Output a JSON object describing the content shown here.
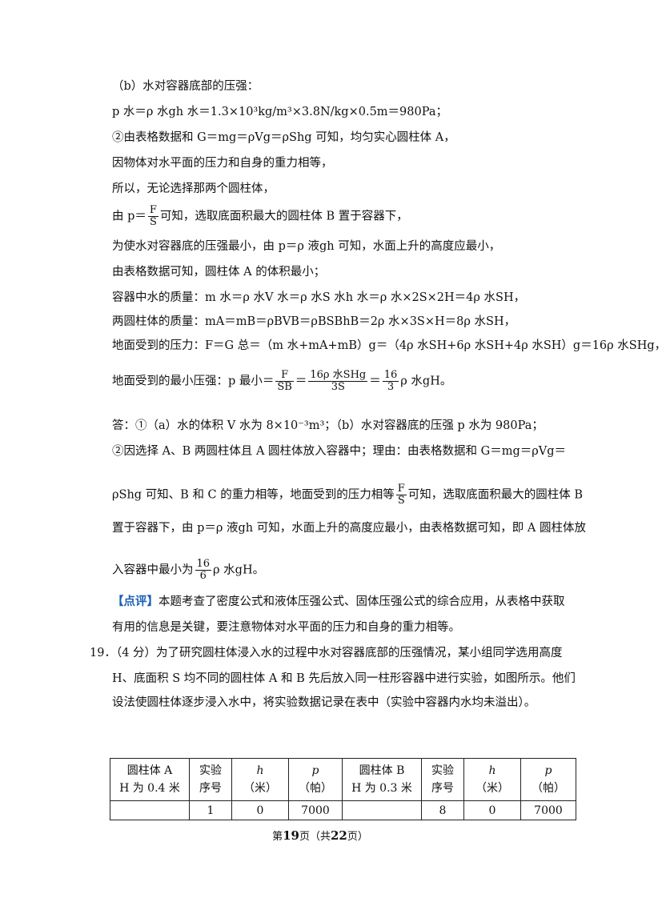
{
  "lines": {
    "l1": "（b）水对容器底部的压强：",
    "l2": "p 水＝ρ 水gh 水＝1.3×10³kg/m³×3.8N/kg×0.5m＝980Pa；",
    "l3": "②由表格数据和 G＝mg＝ρVg＝ρShg 可知，均匀实心圆柱体 A，",
    "l4": "因物体对水平面的压力和自身的重力相等，",
    "l5": "所以，无论选择那两个圆柱体，",
    "l6_pre": "由 p＝",
    "l6_num": "F",
    "l6_den": "S",
    "l6_post": "可知，选取底面积最大的圆柱体 B 置于容器下，",
    "l7": "为使水对容器底的压强最小，由 p＝ρ 液gh 可知，水面上升的高度应最小，",
    "l8": "由表格数据可知，圆柱体 A 的体积最小；",
    "l9": "容器中水的质量：m 水＝ρ 水V 水＝ρ 水S 水h 水＝ρ 水×2S×2H＝4ρ 水SH，",
    "l10": "两圆柱体的质量：mA＝mB＝ρBVB＝ρBSBhB＝2ρ 水×3S×H＝8ρ 水SH，",
    "l11": "地面受到的压力：F＝G 总＝（m 水+mA+mB）g＝（4ρ 水SH+6ρ 水SH+4ρ 水SH）g＝16ρ 水SHg，",
    "l12_pre": "地面受到的最小压强：p 最小＝",
    "l12_f1n": "F",
    "l12_f1d": "SB",
    "l12_f2n": "16ρ 水SHg",
    "l12_f2d": "3S",
    "l12_f3n": "16",
    "l12_f3d": "3",
    "l12_post": "ρ 水gH。",
    "l13": "答：①（a）水的体积 V 水为 8×10⁻³m³；（b）水对容器底的压强 p 水为 980Pa；",
    "l14": "②因选择 A、B 两圆柱体且 A 圆柱体放入容器中；理由：由表格数据和 G＝mg＝ρVg＝",
    "l15_pre": "ρShg 可知、B 和 C 的重力相等，地面受到的压力相等",
    "l15_num": "F",
    "l15_den": "S",
    "l15_post": "可知，选取底面积最大的圆柱体 B",
    "l16": "置于容器下，由 p＝ρ 液gh 可知，水面上升的高度应最小，由表格数据可知，即 A 圆柱体放",
    "l17_pre": "入容器中最小为",
    "l17_num": "16",
    "l17_den": "6",
    "l17_post": "ρ 水gH。",
    "l18_tag": "【点评】",
    "l18": "本题考查了密度公式和液体压强公式、固体压强公式的综合应用，从表格中获取",
    "l19": "有用的信息是关键，要注意物体对水平面的压力和自身的重力相等。",
    "l20": "19．（4 分）为了研究圆柱体浸入水的过程中水对容器底部的压强情况，某小组同学选用高度",
    "l21": "H、底面积 S 均不同的圆柱体 A 和 B 先后放入同一柱形容器中进行实验，如图所示。他们",
    "l22": "设法使圆柱体逐步浸入水中，将实验数据记录在表中（实验中容器内水均未溢出）。"
  },
  "table": {
    "a_name": "圆柱体 A",
    "a_h": "H 为 0.4 米",
    "seq": "实验",
    "seq2": "序号",
    "h": "h",
    "h_unit": "（米）",
    "p": "p",
    "p_unit": "（帕）",
    "b_name": "圆柱体 B",
    "b_h": "H 为 0.3 米",
    "row_a": [
      "1",
      "0",
      "7000"
    ],
    "row_b": [
      "8",
      "0",
      "7000"
    ]
  },
  "footer": {
    "pre": "第",
    "page": "19",
    "mid": "页（共",
    "total": "22",
    "post": "页）"
  }
}
